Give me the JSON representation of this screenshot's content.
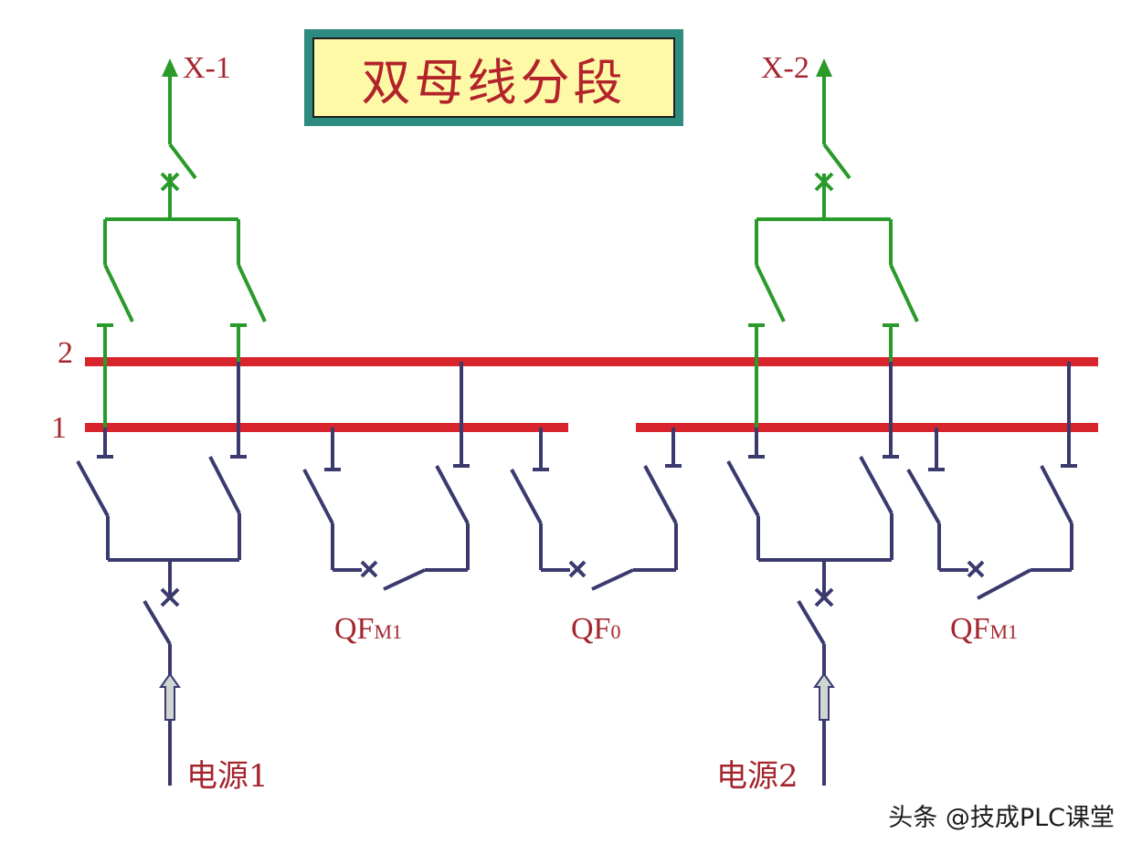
{
  "title": "双母线分段",
  "outgoing": [
    {
      "label": "X-1"
    },
    {
      "label": "X-2"
    }
  ],
  "buses": [
    {
      "label": "2"
    },
    {
      "label": "1"
    }
  ],
  "breakers": [
    {
      "main": "QF",
      "sub": "M1"
    },
    {
      "main": "QF",
      "sub": "0"
    },
    {
      "main": "QF",
      "sub": "M1"
    }
  ],
  "sources": [
    {
      "label": "电源1"
    },
    {
      "label": "电源2"
    }
  ],
  "watermark": "头条 @技成PLC课堂",
  "colors": {
    "bus": "#d8242d",
    "feeder": "#2a9a2a",
    "device": "#3a3a6e",
    "label": "#a5262e",
    "title_bg": "#fdf9a6",
    "title_border": "#2e8b7f"
  }
}
